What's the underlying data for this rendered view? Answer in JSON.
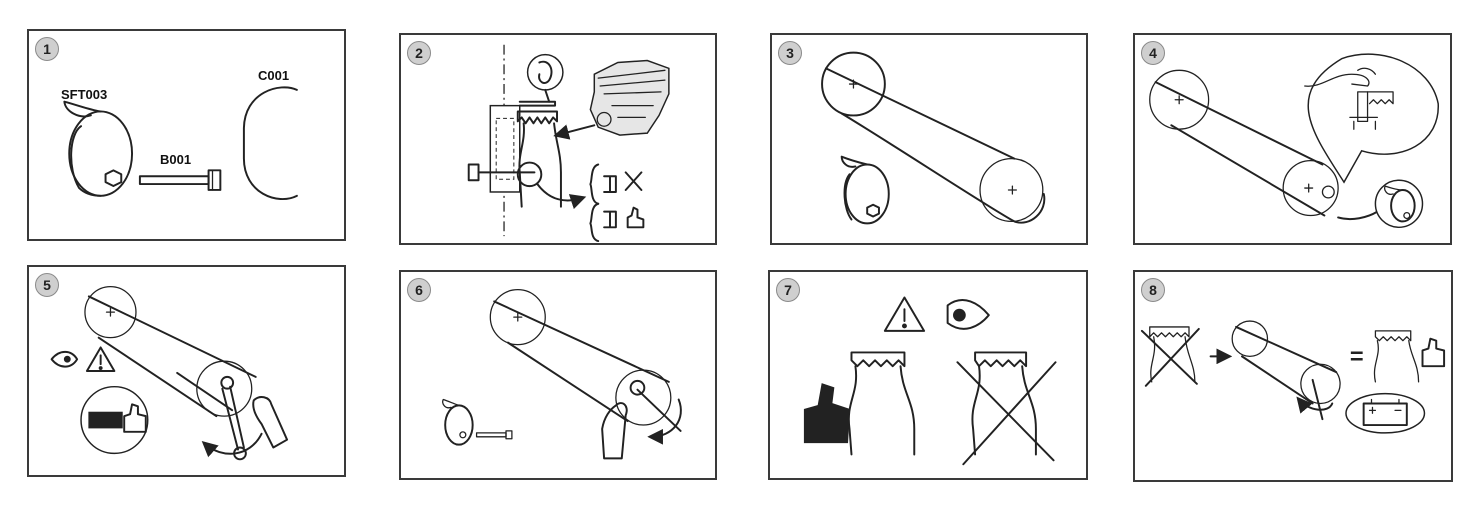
{
  "panels": [
    {
      "number": "1",
      "labels": {
        "sft": "SFT003",
        "b": "B001",
        "c": "C001"
      }
    },
    {
      "number": "2"
    },
    {
      "number": "3"
    },
    {
      "number": "4"
    },
    {
      "number": "5"
    },
    {
      "number": "6"
    },
    {
      "number": "7"
    },
    {
      "number": "8"
    }
  ],
  "icons": {
    "step1": [
      "belt-tensioner-tool-icon",
      "bolt-icon",
      "clip-icon"
    ],
    "step2": [
      "engine-icon",
      "bracket-mount-icon",
      "check-cross-icon",
      "thumbs-up-icon"
    ],
    "step3": [
      "pulley-belt-icon",
      "tensioner-tool-icon"
    ],
    "step4": [
      "pulley-belt-icon",
      "hand-detail-bubble-icon",
      "tensioner-tool-icon"
    ],
    "step5": [
      "pulley-belt-icon",
      "eye-icon",
      "warning-icon",
      "wrench-icon",
      "hand-icon",
      "thumbs-up-icon"
    ],
    "step6": [
      "pulley-belt-icon",
      "wrench-icon",
      "hand-icon",
      "tensioner-tool-icon"
    ],
    "step7": [
      "warning-icon",
      "eye-icon",
      "thumbs-up-icon",
      "belt-good-icon",
      "belt-damaged-icon"
    ],
    "step8": [
      "belt-damaged-icon",
      "arrow-icon",
      "pulley-belt-icon",
      "wrench-icon",
      "belt-good-icon",
      "thumbs-up-icon",
      "battery-icon"
    ]
  },
  "colors": {
    "line": "#222222",
    "border": "#3a3a3a",
    "badge": "#cfcfcf"
  }
}
